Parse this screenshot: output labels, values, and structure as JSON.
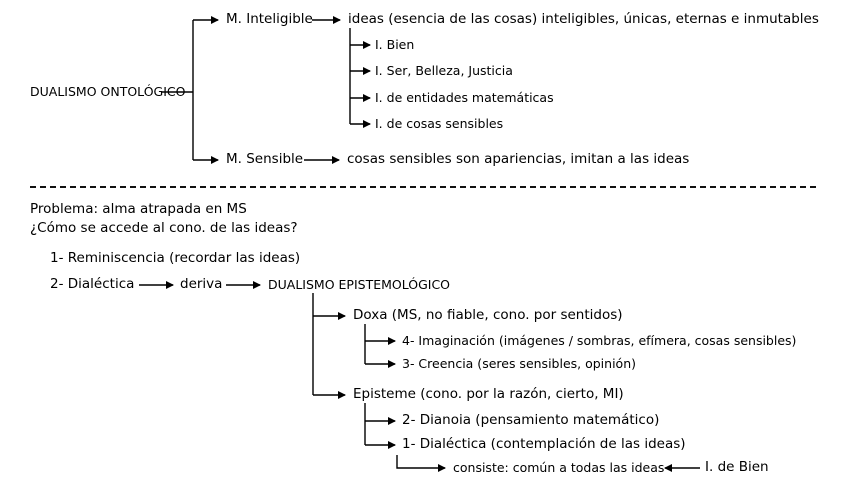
{
  "ontological": {
    "root": "DUALISMO ONTOLÓGICO",
    "intelligible": "M. Inteligible",
    "ideas": "ideas (esencia de las cosas) inteligibles, únicas, eternas e inmutables",
    "idea_items": [
      "I. Bien",
      "I. Ser, Belleza, Justicia",
      "I. de entidades matemáticas",
      "I. de cosas sensibles"
    ],
    "sensible": "M. Sensible",
    "sensible_things": "cosas sensibles son apariencias, imitan a las ideas"
  },
  "problem": {
    "line1": "Problema: alma atrapada en MS",
    "line2": "¿Cómo se accede al cono. de las ideas?"
  },
  "methods": {
    "reminiscence": "1- Reminiscencia (recordar las ideas)",
    "dialectic": "2- Dialéctica",
    "derives": "deriva",
    "epistemological": "DUALISMO EPISTEMOLÓGICO"
  },
  "doxa": {
    "label": "Doxa (MS, no fiable, cono. por sentidos)",
    "items": [
      "4- Imaginación (imágenes / sombras, efímera, cosas sensibles)",
      "3- Creencia (seres sensibles, opinión)"
    ]
  },
  "episteme": {
    "label": "Episteme (cono. por la razón, cierto, MI)",
    "items": [
      "2- Dianoia (pensamiento matemático)",
      "1- Dialéctica (contemplación de las ideas)"
    ],
    "consists": "consiste: común a todas las ideas",
    "good_idea": "I. de Bien"
  }
}
